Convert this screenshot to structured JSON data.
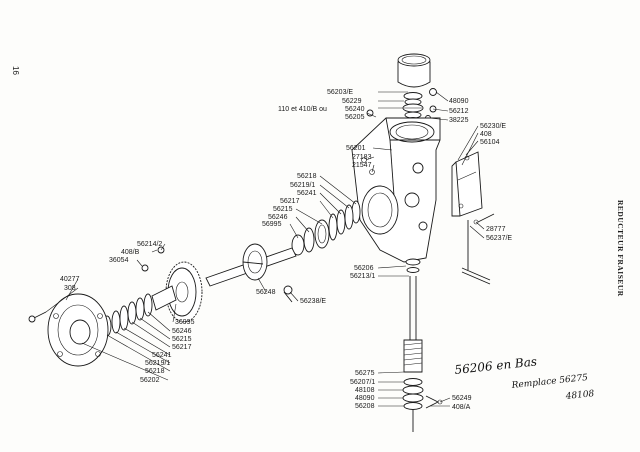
{
  "page": {
    "page_number": "16",
    "side_title": "REDUCTEUR FRAISEUR"
  },
  "labels": {
    "l56203": "56203/E",
    "l56229": "56229",
    "l110": "110 et 410/B ou",
    "l56240": "56240",
    "l48090a": "48090",
    "l56212": "56212",
    "l56205": "56205",
    "l38225": "38225",
    "l56230": "56230/E",
    "l408": "408",
    "l56104": "56104",
    "l56201": "56201",
    "l27183": "27183",
    "l21547": "21547",
    "l56218a": "56218",
    "l56219a": "56219/1",
    "l56241a": "56241",
    "l56217a": "56217",
    "l56215a": "56215",
    "l56246a": "56246",
    "l56995a": "56995",
    "l28777": "28777",
    "l56237": "56237/E",
    "l56214": "56214/2",
    "l408b": "408/B",
    "l36054": "36054",
    "l56206": "56206",
    "l56213": "56213/1",
    "l40277": "40277",
    "l308": "308",
    "l56248": "56248",
    "l56238": "56238/E",
    "l36995": "36995",
    "l56246b": "56246",
    "l56215b": "56215",
    "l56217b": "56217",
    "l56241b": "56241",
    "l56219b": "56219/1",
    "l56218b": "56218",
    "l56202": "56202",
    "l56275": "56275",
    "l56207": "56207/1",
    "l48108": "48108",
    "l48090b": "48090",
    "l56208": "56208",
    "l56249": "56249",
    "l408a": "408/A"
  },
  "handwritten": {
    "line1": "56206 en Bas",
    "line2": "Remplace 56275",
    "line3": "48108"
  }
}
